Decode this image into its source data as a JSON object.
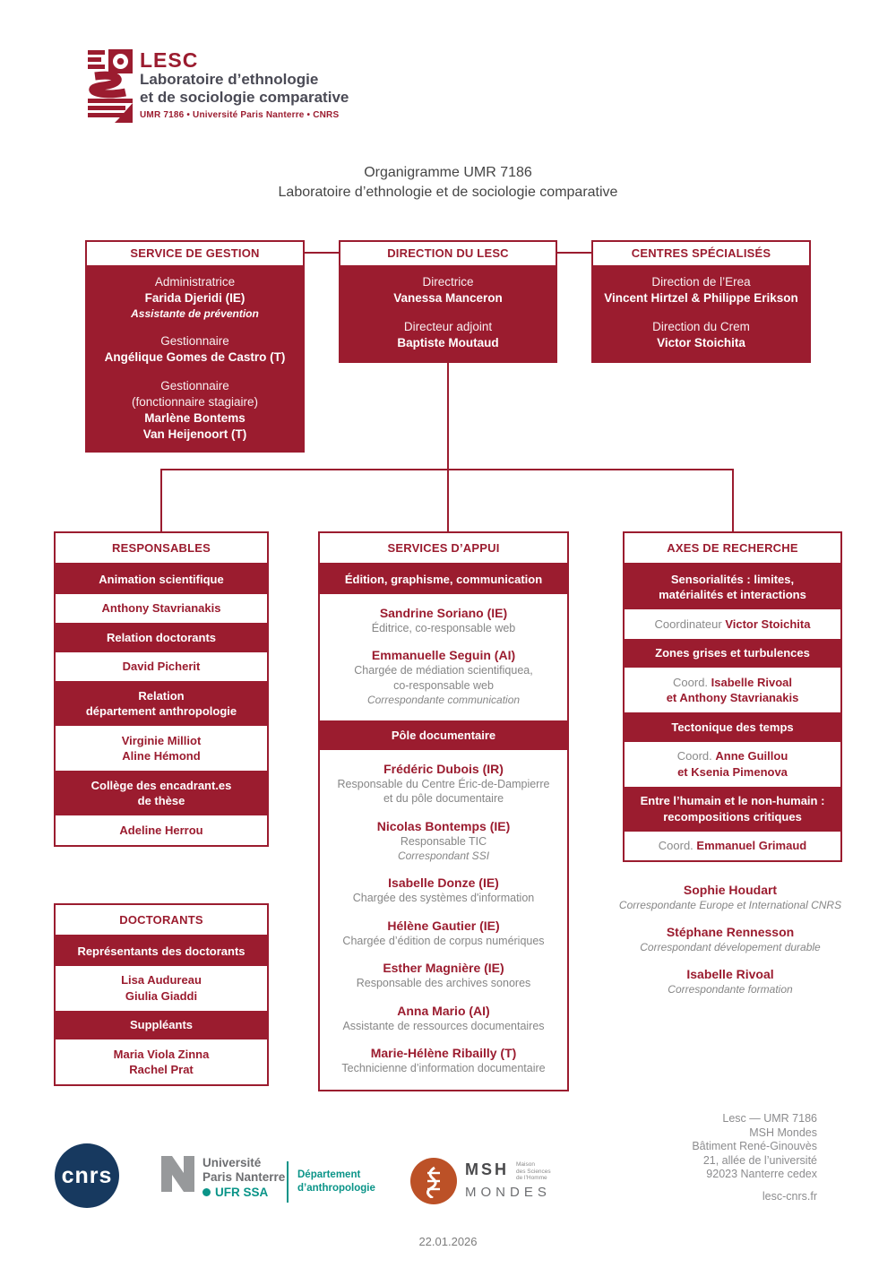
{
  "colors": {
    "primary_red": "#9B1C2F",
    "cnrs_navy": "#17395F",
    "nanterre_teal": "#0A9488",
    "msh_orange": "#BC5127",
    "text_grey": "#868686"
  },
  "logo": {
    "acronym": "LESC",
    "name_line1": "Laboratoire d’ethnologie",
    "name_line2": "et de sociologie comparative",
    "subline": "UMR 7186 • Université Paris Nanterre • CNRS"
  },
  "title": {
    "line1": "Organigramme UMR 7186",
    "line2": "Laboratoire d’ethnologie et de sociologie comparative"
  },
  "gestion": {
    "header": "SERVICE DE GESTION",
    "e0_role": "Administratrice",
    "e0_name": "Farida Djeridi (IE)",
    "e0_note": "Assistante de prévention",
    "e1_role": "Gestionnaire",
    "e1_name": "Angélique Gomes de Castro (T)",
    "e2_role": "Gestionnaire\n(fonctionnaire stagiaire)",
    "e2_name": "Marlène Bontems\nVan Heijenoort (T)"
  },
  "direction": {
    "header": "DIRECTION DU LESC",
    "e0_role": "Directrice",
    "e0_name": "Vanessa Manceron",
    "e1_role": "Directeur adjoint",
    "e1_name": "Baptiste Moutaud"
  },
  "centres": {
    "header": "CENTRES SPÉCIALISÉS",
    "e0_role": "Direction de l’Erea",
    "e0_name": "Vincent Hirtzel & Philippe Erikson",
    "e1_role": "Direction du Crem",
    "e1_name": "Victor Stoichita"
  },
  "responsables": {
    "header": "RESPONSABLES",
    "rows": [
      {
        "type": "red",
        "text": "Animation scientifique"
      },
      {
        "type": "white",
        "text": "Anthony Stavrianakis"
      },
      {
        "type": "red",
        "text": "Relation doctorants"
      },
      {
        "type": "white",
        "text": "David Picherit"
      },
      {
        "type": "red",
        "text": "Relation\ndépartement anthropologie"
      },
      {
        "type": "white",
        "text": "Virginie Milliot\nAline Hémond"
      },
      {
        "type": "red",
        "text": "Collège des encadrant.es\nde thèse"
      },
      {
        "type": "white",
        "text": "Adeline Herrou"
      }
    ]
  },
  "services": {
    "header": "SERVICES D’APPUI",
    "band1": "Édition, graphisme, communication",
    "band2": "Pôle documentaire",
    "section1": [
      {
        "name": "Sandrine Soriano (IE)",
        "desc": "Éditrice, co-responsable web"
      },
      {
        "name": "Emmanuelle Seguin (AI)",
        "desc": "Chargée de médiation scientifiquea,\nco-responsable web",
        "note": "Correspondante communication"
      }
    ],
    "section2": [
      {
        "name": "Frédéric Dubois (IR)",
        "desc": "Responsable du Centre Éric-de-Dampierre\net du pôle documentaire"
      },
      {
        "name": "Nicolas Bontemps (IE)",
        "desc": "Responsable TIC",
        "note": "Correspondant SSI"
      },
      {
        "name": "Isabelle Donze (IE)",
        "desc": "Chargée des systèmes d'information"
      },
      {
        "name": "Hélène Gautier (IE)",
        "desc": "Chargée d’édition de corpus numériques"
      },
      {
        "name": "Esther Magnière (IE)",
        "desc": "Responsable des archives sonores"
      },
      {
        "name": "Anna Mario (AI)",
        "desc": "Assistante de ressources documentaires"
      },
      {
        "name": "Marie-Hélène Ribailly (T)",
        "desc": "Technicienne d’information documentaire"
      }
    ]
  },
  "axes": {
    "header": "AXES DE RECHERCHE",
    "rows": [
      {
        "type": "red",
        "text": "Sensorialités : limites,\nmatérialités et interactions"
      },
      {
        "type": "white",
        "prefix": "Coordinateur ",
        "name": "Victor Stoichita"
      },
      {
        "type": "red",
        "text": "Zones grises et turbulences"
      },
      {
        "type": "white",
        "prefix": "Coord. ",
        "name": "Isabelle Rivoal\net Anthony Stavrianakis"
      },
      {
        "type": "red",
        "text": "Tectonique des temps"
      },
      {
        "type": "white",
        "prefix": "Coord. ",
        "name": "Anne Guillou\net Ksenia Pimenova"
      },
      {
        "type": "red",
        "text": "Entre l’humain et le non-humain :\nrecompositions critiques"
      },
      {
        "type": "white",
        "prefix": "Coord. ",
        "name": "Emmanuel Grimaud"
      }
    ]
  },
  "doctorants": {
    "header": "DOCTORANTS",
    "rows": [
      {
        "type": "red",
        "text": "Représentants des doctorants"
      },
      {
        "type": "white",
        "text": "Lisa Audureau\nGiulia Giaddi"
      },
      {
        "type": "red",
        "text": "Suppléants"
      },
      {
        "type": "white",
        "text": "Maria Viola Zinna\nRachel Prat"
      }
    ]
  },
  "correspondants": [
    {
      "name": "Sophie Houdart",
      "role": "Correspondante Europe et International CNRS"
    },
    {
      "name": "Stéphane Rennesson",
      "role": "Correspondant dévelopement durable"
    },
    {
      "name": "Isabelle Rivoal",
      "role": "Correspondante formation"
    }
  ],
  "footer": {
    "cnrs": "cnrs",
    "nanterre": {
      "l1": "Université",
      "l2": "Paris Nanterre",
      "l3": "UFR SSA"
    },
    "dept": "Département\nd’anthropologie",
    "msh": {
      "acronym": "MSH",
      "small": "Maison\ndes Sciences\nde l’Homme",
      "word": "MONDES"
    },
    "address": "Lesc — UMR 7186\nMSH Mondes\nBâtiment René-Ginouvès\n21, allée de l’université\n92023 Nanterre cedex",
    "website": "lesc-cnrs.fr",
    "date": "22.01.2026"
  }
}
